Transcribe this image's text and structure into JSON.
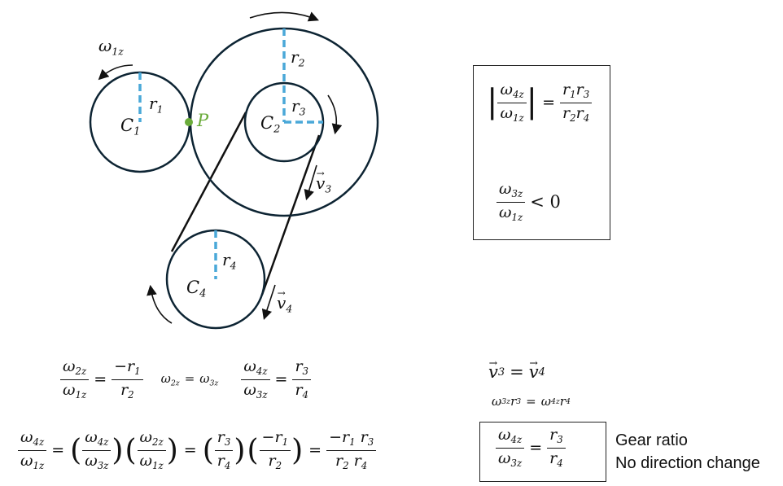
{
  "diagram": {
    "circle_labels": {
      "c1": "C",
      "c1_sub": "1",
      "c2": "C",
      "c2_sub": "2",
      "c4": "C",
      "c4_sub": "4",
      "r1": "r",
      "r1_sub": "1",
      "r2": "r",
      "r2_sub": "2",
      "r3": "r",
      "r3_sub": "3",
      "r4": "r",
      "r4_sub": "4",
      "p": "P",
      "omega1": "ω",
      "omega1_sub": "1z",
      "v3": "v",
      "v3_sub": "3",
      "v4": "v",
      "v4_sub": "4"
    },
    "colors": {
      "circle": "#0d2433",
      "radius": "#4aa8d8",
      "point": "#6aab3a",
      "belt": "#111111"
    }
  },
  "box_right": {
    "abs_num": "ω",
    "abs_num_sub": "4z",
    "abs_den": "ω",
    "abs_den_sub": "1z",
    "eq": "=",
    "rhs_num_a": "r",
    "rhs_num_a_sub": "1",
    "rhs_num_b": "r",
    "rhs_num_b_sub": "3",
    "rhs_den_a": "r",
    "rhs_den_a_sub": "2",
    "rhs_den_b": "r",
    "rhs_den_b_sub": "4",
    "ratio_num": "ω",
    "ratio_num_sub": "3z",
    "ratio_den": "ω",
    "ratio_den_sub": "1z",
    "ineq": "< 0"
  },
  "eq_row1": {
    "f1_num": "ω",
    "f1_num_sub": "2z",
    "f1_den": "ω",
    "f1_den_sub": "1z",
    "f1_rhs_num": "−r",
    "f1_rhs_num_sub": "1",
    "f1_rhs_den": "r",
    "f1_rhs_den_sub": "2",
    "mid_a": "ω",
    "mid_a_sub": "2z",
    "mid_eq": "=",
    "mid_b": "ω",
    "mid_b_sub": "3z",
    "f2_num": "ω",
    "f2_num_sub": "4z",
    "f2_den": "ω",
    "f2_den_sub": "3z",
    "f2_rhs_num": "r",
    "f2_rhs_num_sub": "3",
    "f2_rhs_den": "r",
    "f2_rhs_den_sub": "4"
  },
  "eq_row2": {
    "l_num": "ω",
    "l_num_sub": "4z",
    "l_den": "ω",
    "l_den_sub": "1z",
    "p1_num": "ω",
    "p1_num_sub": "4z",
    "p1_den": "ω",
    "p1_den_sub": "3z",
    "p2_num": "ω",
    "p2_num_sub": "2z",
    "p2_den": "ω",
    "p2_den_sub": "1z",
    "p3_num": "r",
    "p3_num_sub": "3",
    "p3_den": "r",
    "p3_den_sub": "4",
    "p4_num": "−r",
    "p4_num_sub": "1",
    "p4_den": "r",
    "p4_den_sub": "2",
    "final_num_a": "−r",
    "final_num_a_sub": "1",
    "final_num_b": "r",
    "final_num_b_sub": "3",
    "final_den_a": "r",
    "final_den_a_sub": "2",
    "final_den_b": "r",
    "final_den_b_sub": "4"
  },
  "velocity": {
    "v3": "v",
    "v3_sub": "3",
    "eq": "=",
    "v4": "v",
    "v4_sub": "4",
    "w3": "ω",
    "w3_sub": "3z",
    "r3": "r",
    "r3_sub": "3",
    "w4": "ω",
    "w4_sub": "4z",
    "r4": "r",
    "r4_sub": "4"
  },
  "box_bottom": {
    "num": "ω",
    "num_sub": "4z",
    "den": "ω",
    "den_sub": "3z",
    "rhs_num": "r",
    "rhs_num_sub": "3",
    "rhs_den": "r",
    "rhs_den_sub": "4"
  },
  "notes": {
    "line1": "Gear ratio",
    "line2": "No direction change"
  }
}
